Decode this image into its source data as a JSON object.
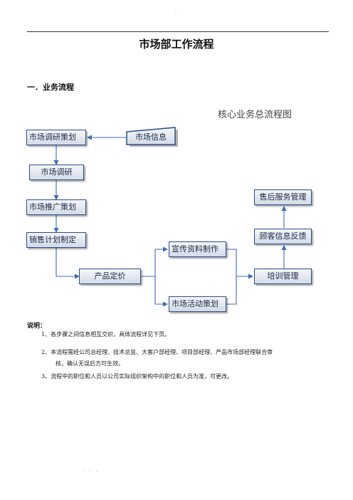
{
  "page": {
    "top_mark": ".",
    "title": "市场部工作流程",
    "section_heading": "一．业务流程",
    "footer_mark": ". . ."
  },
  "diagram": {
    "title": "核心业务总流程图",
    "nodes": {
      "market_research_planning": "市场调研策划",
      "market_info": "市场信息",
      "market_research": "市场调研",
      "market_promotion_planning": "市场推广策划",
      "sales_plan": "销售计划制定",
      "product_pricing": "产品定价",
      "promo_materials": "宣传资料制作",
      "market_events": "市场活动策划",
      "after_sales": "售后服务管理",
      "customer_feedback": "顾客信息反馈",
      "training": "培训管理"
    },
    "colors": {
      "border": "#2a4f87",
      "connector": "#3d6cb3"
    }
  },
  "notes": {
    "title": "说明：",
    "items": [
      {
        "num": "1、",
        "text": "各步骤之间信息相互交织，具体流程详见下页。",
        "cont": ""
      },
      {
        "num": "2、",
        "text": "本流程需经公司总经理、技术总监、大客户部经理、项目部经理、产品市场部经理联合审",
        "cont": "核，确认无误后方可生效。"
      },
      {
        "num": "3、",
        "text": "流程中的职位和人员以公司实际组织架构中的职位和人员为准，可更改。",
        "cont": ""
      }
    ]
  }
}
